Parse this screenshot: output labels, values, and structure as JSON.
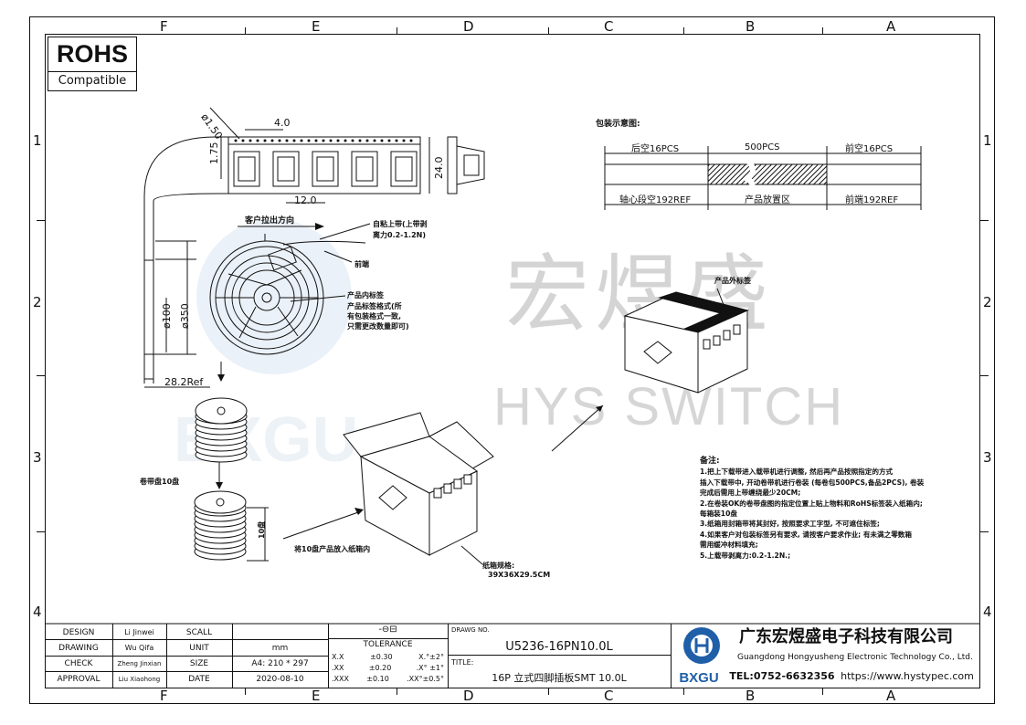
{
  "zones": {
    "cols": [
      "F",
      "E",
      "D",
      "C",
      "B",
      "A"
    ],
    "rows": [
      "1",
      "2",
      "3",
      "4"
    ]
  },
  "rohs": {
    "title": "ROHS",
    "subtitle": "Compatible"
  },
  "reel": {
    "dims": {
      "hole": "ø1.50",
      "pitch": "4.0",
      "edge": "1.75",
      "width": "24.0",
      "cavity": "12.0",
      "hub": "ø100",
      "reel": "ø350",
      "depth": "28.2Ref"
    },
    "pull": "客户拉出方向",
    "cover": "自粘上带(上带剥",
    "cover2": "离力0.2-1.2N)",
    "front": "前端",
    "inner_label": "产品内标签",
    "inner_fmt": "产品标签格式(所",
    "inner_fmt2": "有包装格式一致,",
    "inner_fmt3": "只需更改数量即可)",
    "stack": "卷带盘10盘",
    "ten": "10盘",
    "into_box": "将10盘产品放入纸箱内",
    "carton": "纸箱规格:",
    "carton_size": "39X36X29.5CM"
  },
  "pack": {
    "title": "包装示意图:",
    "back_empty": "后空16PCS",
    "qty": "500PCS",
    "front_empty": "前空16PCS",
    "core": "轴心段空192REF",
    "area": "产品放置区",
    "lead": "前端192REF"
  },
  "box": {
    "outer_label": "产品外标签"
  },
  "watermark": {
    "cn": "宏煜盛",
    "en": "HYS SWITCH"
  },
  "notes": {
    "title": "备注:",
    "lines": [
      "1.把上下载带进入载带机进行调整, 然后再产品按照指定的方式",
      "  插入下载带中, 开动卷带机进行卷装 (每卷包500PCS,备品2PCS), 卷装",
      "  完成后需用上带缠绕最少20CM;",
      "2.在卷装OK的卷带盘图的指定位置上贴上物料和RoHS标签装入纸箱内;",
      "  每箱装10盘",
      "3.纸箱用封箱带将其封好, 按照要求工字型, 不可遮住标签;",
      "4.如果客户对包装标签另有要求, 请按客户要求作业; 有未满之零数箱",
      "  需用缓冲材料填充;",
      "5.上载带剥离力:0.2-1.2N.;"
    ]
  },
  "titleblock": {
    "design_l": "DESIGN",
    "design_v": "Li Jinwei",
    "drawing_l": "DRAWING",
    "drawing_v": "Wu Qifa",
    "check_l": "CHECK",
    "check_v": "Zheng Jinxian",
    "approval_l": "APPROVAL",
    "approval_v": "Liu Xiaohong",
    "scall_l": "SCALL",
    "scall_v": "",
    "unit_l": "UNIT",
    "unit_v": "mm",
    "size_l": "SIZE",
    "size_v": "A4: 210 * 297",
    "date_l": "DATE",
    "date_v": "2020-08-10",
    "tolerance_l": "TOLERANCE",
    "tol": [
      [
        "X.X",
        "±0.30",
        "X.°±2°"
      ],
      [
        ".XX",
        "±0.20",
        ".X° ±1°"
      ],
      [
        ".XXX",
        "±0.10",
        ".XX°±0.5°"
      ]
    ],
    "drawing_no_l": "DRAWG NO.",
    "drawing_no": "U5236-16PN10.0L",
    "title_l": "TITLE:",
    "title_v": "16P 立式四脚插板SMT 10.0L",
    "company_cn": "广东宏煜盛电子科技有限公司",
    "company_en": "Guangdong Hongyusheng Electronic Technology Co., Ltd.",
    "tel": "TEL:0752-6632356",
    "url": "https://www.hystypec.com",
    "logo": "BXGU"
  }
}
